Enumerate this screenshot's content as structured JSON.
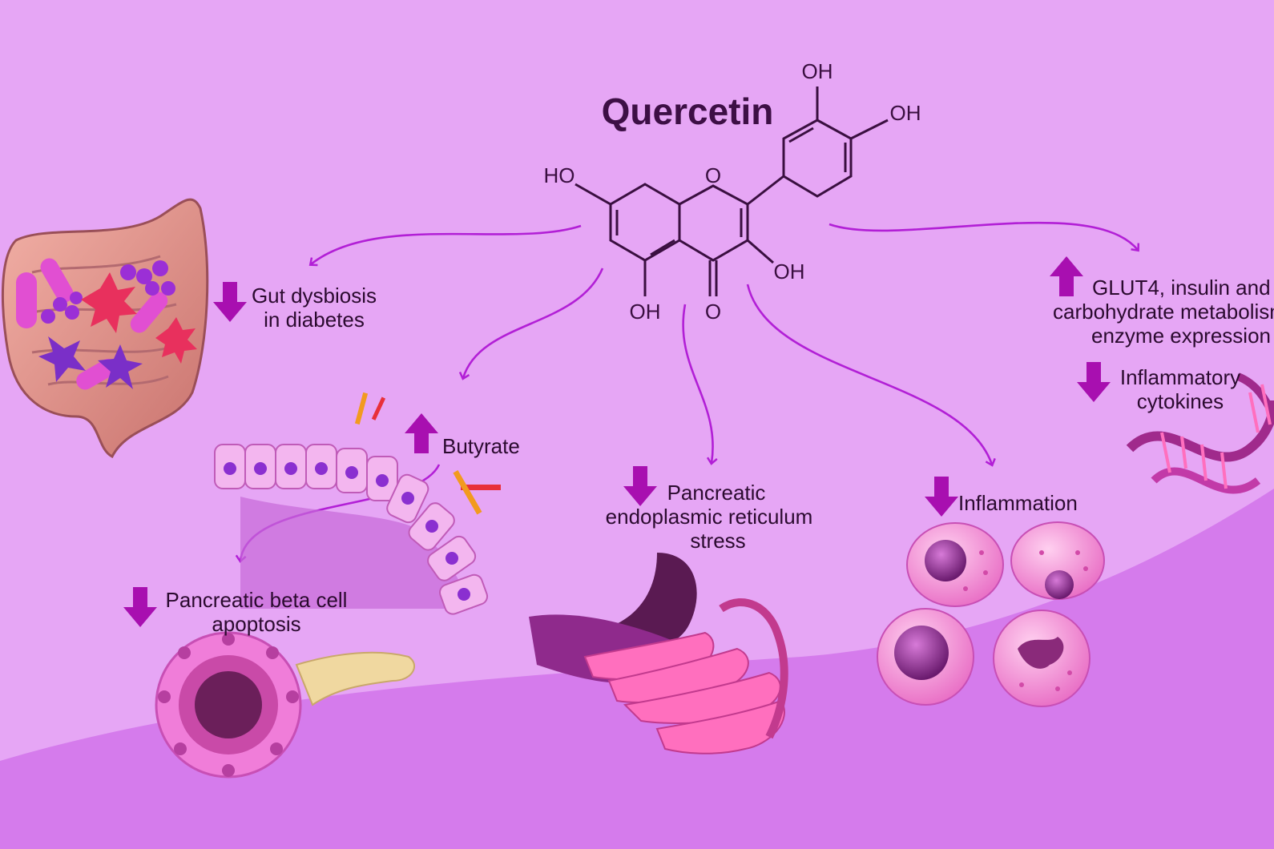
{
  "molecule": {
    "name": "Quercetin",
    "groups": {
      "oh_top": "OH",
      "oh_right": "OH",
      "ho_left": "HO",
      "ring_o": "O",
      "oh_c3": "OH",
      "oh_c5": "OH",
      "carbonyl_o": "O"
    }
  },
  "effects": {
    "gut": {
      "direction": "down",
      "line1": "Gut dysbiosis",
      "line2": "in diabetes"
    },
    "butyrate": {
      "direction": "up",
      "line1": "Butyrate"
    },
    "beta_cell": {
      "direction": "down",
      "line1": "Pancreatic beta cell",
      "line2": "apoptosis"
    },
    "er_stress": {
      "direction": "down",
      "line1": "Pancreatic",
      "line2": "endoplasmic reticulum",
      "line3": "stress"
    },
    "inflammation": {
      "direction": "down",
      "line1": "Inflammation"
    },
    "glut4": {
      "direction": "up",
      "line1": "GLUT4,  insulin and",
      "line2": "carbohydrate metabolism",
      "line3": "enzyme expression"
    },
    "cytokines": {
      "direction": "down",
      "line1": "Inflammatory",
      "line2": "cytokines"
    }
  },
  "colors": {
    "background": "#e6a6f5",
    "lower_wave": "#d57bec",
    "arrow": "#b21fd6",
    "up_down_marker": "#a80fb0",
    "text": "#2b0a2f"
  }
}
